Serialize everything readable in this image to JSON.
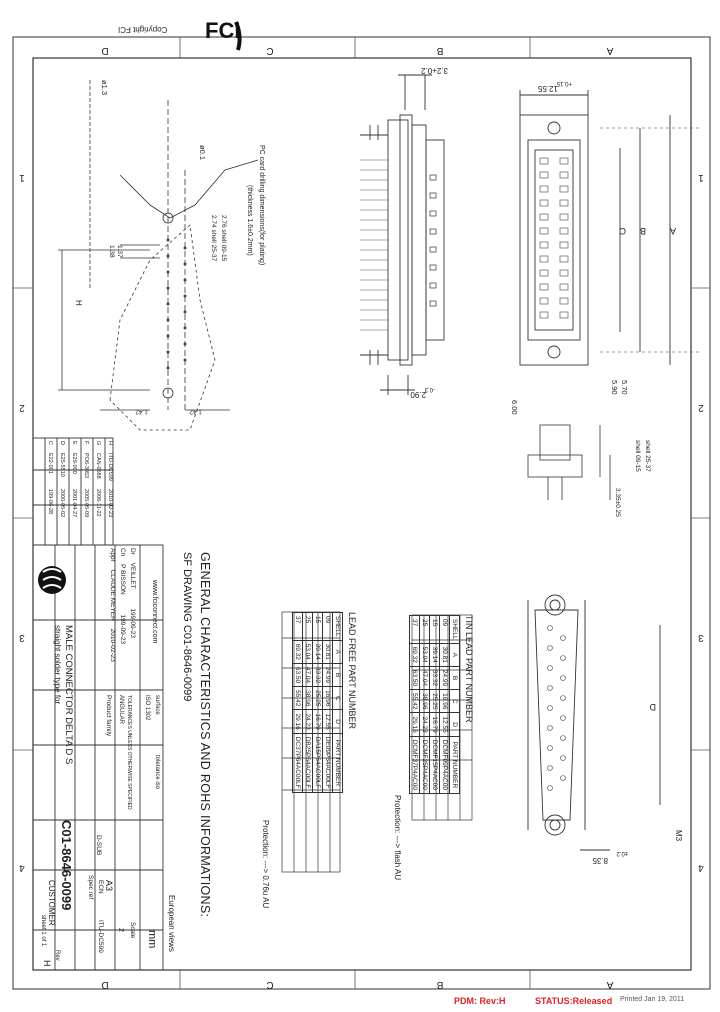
{
  "header": {
    "copyright": "Copyright FCI"
  },
  "brand": {
    "logo_text": "FCI",
    "website": "www.fciconnect.com"
  },
  "frame": {
    "letters": [
      "A",
      "B",
      "C",
      "D"
    ],
    "numbers": [
      "1",
      "2",
      "3",
      "4"
    ]
  },
  "title_block": {
    "title": "GENERAL CHARACTERISTICS AND ROHS INFORMATIONS:",
    "subtitle": "SF DRAWING C01-8646-0099",
    "rows": [
      {
        "role": "Dr",
        "name": "VEILLET",
        "date": "199-09-23"
      },
      {
        "role": "Ch",
        "name": "P BISSON",
        "date": "199-09-23"
      },
      {
        "role": "Appr",
        "name": "CLAUDE MEYER",
        "date": "2010-02-23"
      }
    ],
    "surface": "surface",
    "tolerance": "tolerance iso",
    "iso_roughness": "ISO 1302",
    "tolerance_note": "TOLERANCES UNLESS OTHERWISE SPECIFIED",
    "angular": "ANGULAR",
    "product_family": "Product family",
    "product_value": "D-SUB",
    "description_line1": "MALE CONNECTOR DELTA D S",
    "description_line2": "straight solder type for",
    "part_number": "C01-8646-0099",
    "customer_label": "CUSTOMER",
    "sheet": "sheet 1 of 1",
    "format": "A3",
    "scale_label": "Scale",
    "scale_value": "2",
    "unit": "mm",
    "rev_label": "Rev",
    "rev_value": "H",
    "spec_label": "Spec ref",
    "ecn_label": "ECN",
    "ecn_value": "ITU-DC599",
    "european_views": "European views"
  },
  "revisions": [
    {
      "rev": "H",
      "ecn": "ITU-DC599",
      "date": "2010-02-23"
    },
    {
      "rev": "G",
      "ecn": "CAN-0588",
      "date": "2006-11-22"
    },
    {
      "rev": "F",
      "ecn": "PO6-3053",
      "date": "2005-05-09"
    },
    {
      "rev": "E",
      "ecn": "E29-000",
      "date": "2001-04-27"
    },
    {
      "rev": "D",
      "ecn": "E25-5510",
      "date": "2000-05-02"
    },
    {
      "rev": "C",
      "ecn": "E22-001",
      "date": "199-06-28"
    }
  ],
  "tin_lead_table": {
    "title": "TIN LEAD PART NUMBER",
    "headers": [
      "SHELL",
      "A",
      "B",
      "C",
      "D",
      "PART NUMBER"
    ],
    "rows": [
      [
        "09",
        "30.81",
        "24.99",
        "16.96",
        "12.55",
        "DCMF09P4AC00"
      ],
      [
        "15",
        "39.14",
        "33.32",
        "25.25",
        "16.79",
        "DCMF15P4AC00"
      ],
      [
        "25",
        "53.04",
        "47.04",
        "38.96",
        "24.23",
        "DCMF25P4AC00"
      ],
      [
        "37",
        "69.32",
        "63.50",
        "55.42",
        "29.16",
        "DCMF37P4AC00"
      ]
    ]
  },
  "lead_free_table": {
    "title": "LEAD FREE PART NUMBER",
    "headers": [
      "SHELL",
      "A",
      "B",
      "C",
      "D",
      "PART NUMBER"
    ],
    "rows": [
      [
        "09",
        "30.81",
        "24.99",
        "16.96",
        "12.55",
        "DE09P64AC00LF"
      ],
      [
        "15",
        "39.14",
        "33.32",
        "25.25",
        "16.79",
        "DA15P64AC00LF"
      ],
      [
        "25",
        "53.04",
        "47.04",
        "38.96",
        "24.23",
        "DB25P64AC00LF"
      ],
      [
        "37",
        "69.32",
        "63.50",
        "55.42",
        "29.16",
        "DC37P64AC00LF"
      ]
    ]
  },
  "protection_notes": {
    "tin_lead": "Protection:  ---> flash AU",
    "lead_free": "Protection:  ---> 0.76u AU"
  },
  "dimensions": {
    "top_width": "3.2+0.2",
    "shell_width": "12.55",
    "shell_width_tol": "+0.15",
    "bottom_depth": "2.90",
    "bottom_depth_tol": "-0.3",
    "pcb_hole": "ø1.3",
    "pin_hole": "ø0.1",
    "pin_pitch": "1.42",
    "pin_pitch_2": "1.42",
    "row_spacing_1": "1.37",
    "row_spacing_2": "1.38",
    "tail_1": "2.76 shell 09-15",
    "tail_2": "2.74 shell 25-37",
    "side_1": "5.70",
    "side_2": "5.90",
    "side_note_1": "shell 25-37",
    "side_note_2": "shell 09-15",
    "height": "6.00",
    "pin_length": "3.35±0.25",
    "mounting_screw": "M3",
    "bottom_offset": "8.35",
    "bottom_offset_tol": "±0.2",
    "pc_card_note_1": "PC card drilling dimensions(for plating)",
    "pc_card_note_2": "(thickness 1.6±0.2mm)",
    "letters": [
      "A",
      "B",
      "C",
      "D",
      "H"
    ]
  },
  "status": {
    "pdm": "PDM: Rev:H",
    "state": "STATUS:Released",
    "printed": "Printed Jan 19, 2011"
  }
}
